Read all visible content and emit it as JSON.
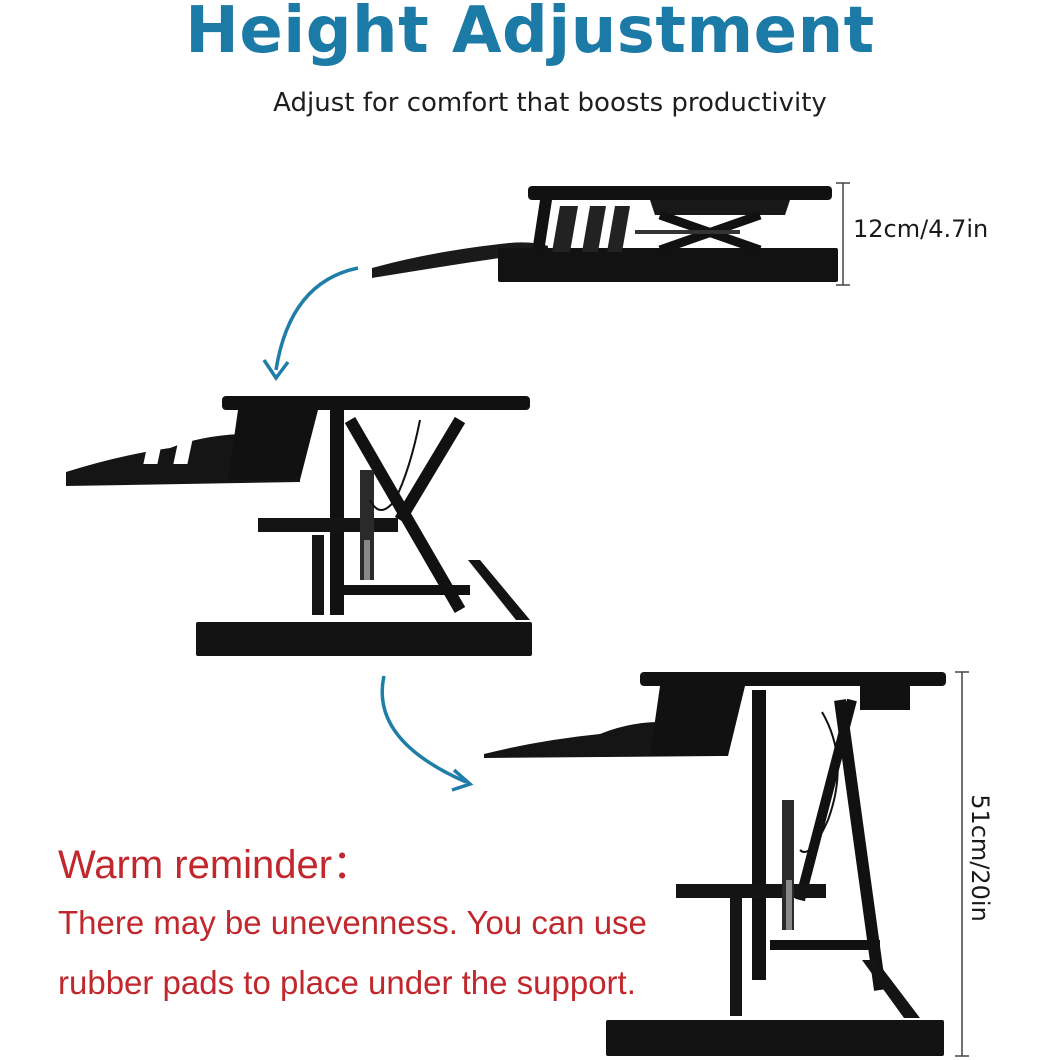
{
  "header": {
    "title": "Height Adjustment",
    "subtitle": "Adjust for comfort that boosts productivity"
  },
  "dimensions": {
    "lowered": "12cm/4.7in",
    "raised": "51cm/20in"
  },
  "reminder": {
    "title": "Warm reminder：",
    "line1": "There may be unevenness. You can use",
    "line2": "rubber pads to place under the support."
  },
  "colors": {
    "title": "#1b7aa6",
    "arrow": "#1f7ea8",
    "reminder": "#c0282d",
    "desk": "#111111"
  },
  "icons": [
    "curved-arrow-icon",
    "curved-arrow-icon"
  ]
}
